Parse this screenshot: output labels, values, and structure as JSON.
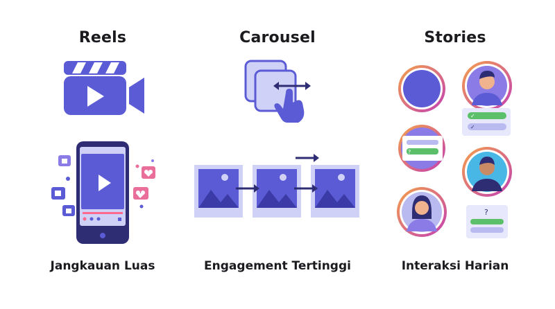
{
  "columns": [
    {
      "title": "Reels",
      "caption": "Jangkauan Luas"
    },
    {
      "title": "Carousel",
      "caption": "Engagement Tertinggi"
    },
    {
      "title": "Stories",
      "caption": "Interaksi Harian"
    }
  ],
  "icons": {
    "reels": [
      "video-camera-icon",
      "smartphone-icon",
      "play-icon",
      "like-icon",
      "heart-icon"
    ],
    "carousel": [
      "stacked-cards-icon",
      "swipe-hand-icon",
      "image-icon",
      "arrow-right-icon"
    ],
    "stories": [
      "story-ring-icon",
      "avatar-icon",
      "poll-sticker-icon",
      "question-sticker-icon"
    ]
  },
  "story_stickers": {
    "question_mark": "?",
    "check_mark": "✓"
  },
  "colors": {
    "primary": "#5b5bd6",
    "light_primary": "#cfd1f7",
    "dark": "#2e2d73",
    "ring_gradient_start": "#f5a14a",
    "ring_gradient_end": "#c33fb3",
    "green": "#5cc06b",
    "skin": "#f0b38e"
  }
}
